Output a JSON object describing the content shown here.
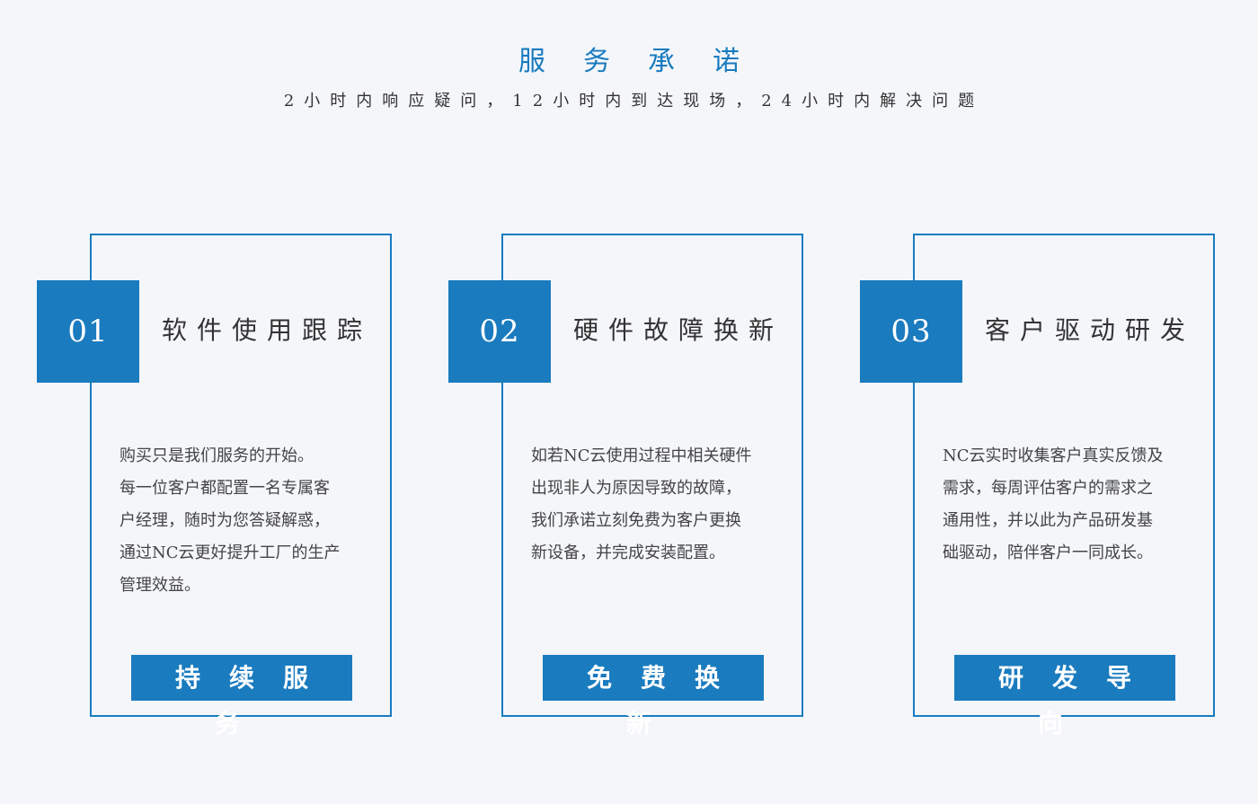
{
  "header": {
    "title": "服务承诺",
    "subtitle": "2小时内响应疑问，12小时内到达现场，24小时内解决问题"
  },
  "cards": [
    {
      "number": "01",
      "title": "软件使用跟踪",
      "desc": [
        "购买只是我们服务的开始。",
        "每一位客户都配置一名专属客",
        "户经理，随时为您答疑解惑，",
        "通过NC云更好提升工厂的生产",
        "管理效益。"
      ],
      "button": "持续服务"
    },
    {
      "number": "02",
      "title": "硬件故障换新",
      "desc": [
        "如若NC云使用过程中相关硬件",
        "出现非人为原因导致的故障，",
        "我们承诺立刻免费为客户更换",
        "新设备，并完成安装配置。"
      ],
      "button": "免费换新"
    },
    {
      "number": "03",
      "title": "客户驱动研发",
      "desc": [
        "NC云实时收集客户真实反馈及",
        "需求，每周评估客户的需求之",
        "通用性，并以此为产品研发基",
        "础驱动，陪伴客户一同成长。"
      ],
      "button": "研发导向"
    }
  ],
  "colors": {
    "accent": "#1a7bbf",
    "background": "#f4f6fa",
    "text": "#333333"
  }
}
